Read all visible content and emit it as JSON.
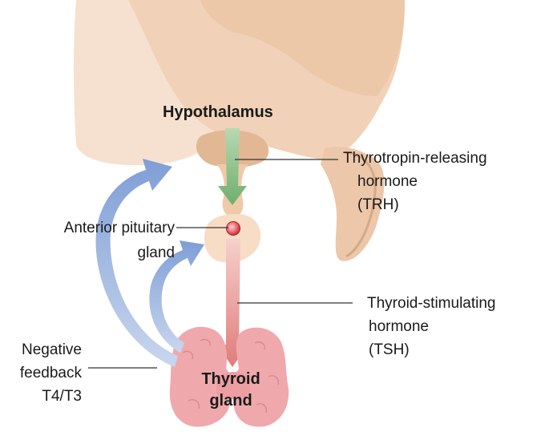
{
  "labels": {
    "hypothalamus": "Hypothalamus",
    "trh": {
      "line1": "Thyrotropin-releasing",
      "line2": "hormone",
      "line3": "(TRH)"
    },
    "pituitary": {
      "line1": "Anterior pituitary",
      "line2": "gland"
    },
    "tsh": {
      "line1": "Thyroid-stimulating",
      "line2": "hormone",
      "line3": "(TSH)"
    },
    "feedback": {
      "line1": "Negative",
      "line2": "feedback",
      "line3": "T4/T3"
    },
    "thyroid": {
      "line1": "Thyroid",
      "line2": "gland"
    }
  },
  "colors": {
    "brain": "#f4d9c4",
    "brain_shade": "#e9c6aa",
    "stalk": "#f0c9a9",
    "pituitary": "#f7dcc6",
    "trh_arrow": "#8fbf8c",
    "tsh_arrow": "#e59a98",
    "feedback_arrow": "#9fb6df",
    "thyroid": "#efa9ad",
    "pointer_line": "#333333"
  }
}
